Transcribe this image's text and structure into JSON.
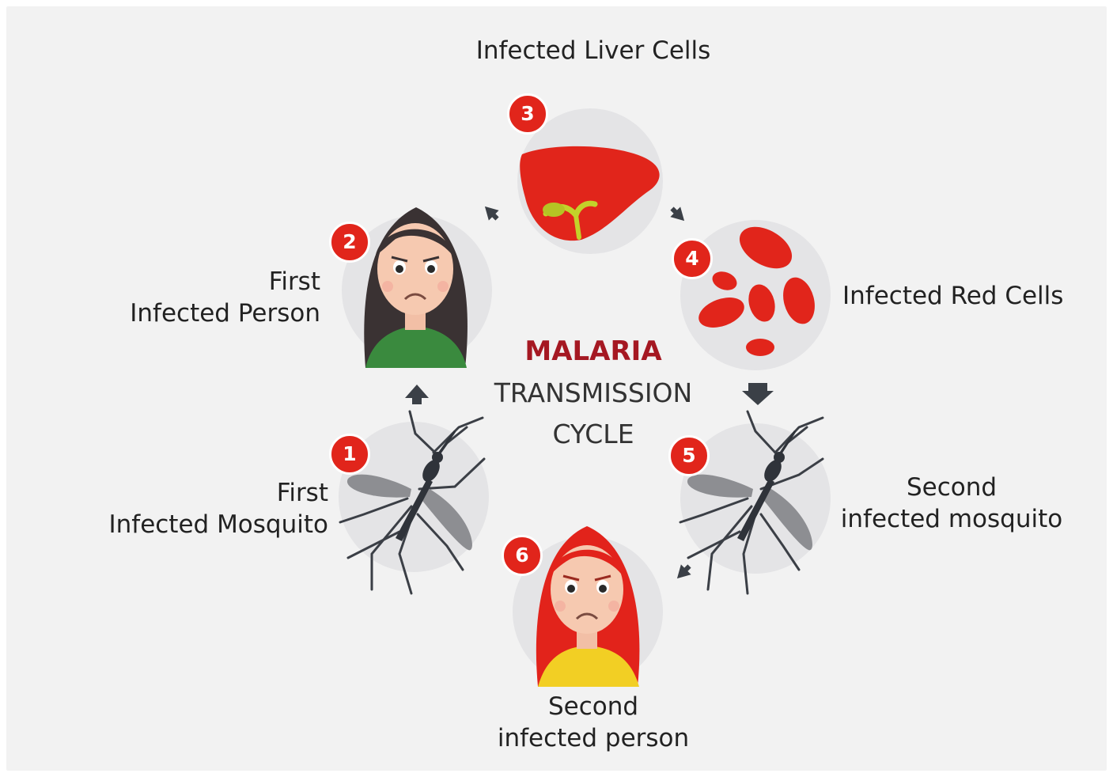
{
  "diagram": {
    "title": "MALARIA",
    "subtitle_line1": "TRANSMISSION",
    "subtitle_line2": "CYCLE",
    "colors": {
      "accent_red": "#e1251b",
      "title_red": "#a51822",
      "background": "#f2f2f2",
      "arrow": "#3b4047"
    },
    "stages": [
      {
        "number": "1",
        "line1": "First",
        "line2": "Infected Mosquito",
        "icon": "mosquito-icon"
      },
      {
        "number": "2",
        "line1": "First",
        "line2": "Infected Person",
        "icon": "woman-dark-hair-icon"
      },
      {
        "number": "3",
        "line1": "Infected Liver Cells",
        "icon": "liver-icon"
      },
      {
        "number": "4",
        "line1": "Infected Red Cells",
        "icon": "red-blood-cells-icon"
      },
      {
        "number": "5",
        "line1": "Second",
        "line2": "infected mosquito",
        "icon": "mosquito-icon"
      },
      {
        "number": "6",
        "line1": "Second",
        "line2": "infected person",
        "icon": "woman-red-hair-icon"
      }
    ]
  }
}
